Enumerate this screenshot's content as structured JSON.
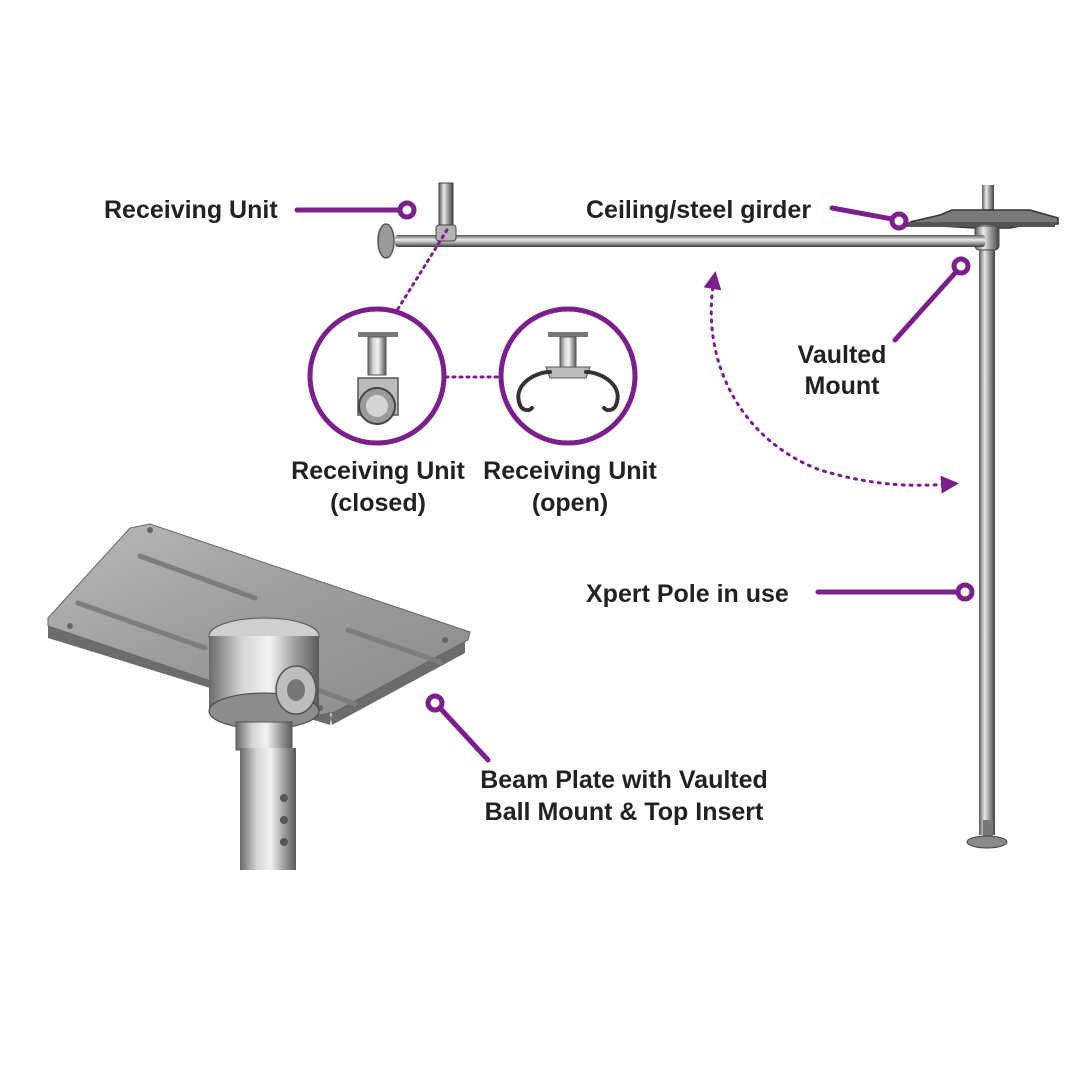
{
  "colors": {
    "accent": "#7a1f8c",
    "text": "#222222",
    "metal_light": "#e6e6e6",
    "metal_mid": "#a9a9a9",
    "metal_dark": "#555555"
  },
  "labels": {
    "receiving_unit": "Receiving Unit",
    "ceiling_girder": "Ceiling/steel girder",
    "vaulted_mount_line1": "Vaulted",
    "vaulted_mount_line2": "Mount",
    "receiving_closed_line1": "Receiving Unit",
    "receiving_closed_line2": "(closed)",
    "receiving_open_line1": "Receiving Unit",
    "receiving_open_line2": "(open)",
    "xpert_pole": "Xpert Pole in use",
    "beam_plate_line1": "Beam Plate with Vaulted",
    "beam_plate_line2": "Ball Mount & Top Insert"
  },
  "icons": {
    "detail_closed": "receiving-unit-closed-icon",
    "detail_open": "receiving-unit-open-icon",
    "pivot_arrow": "curved-arrow-icon"
  }
}
